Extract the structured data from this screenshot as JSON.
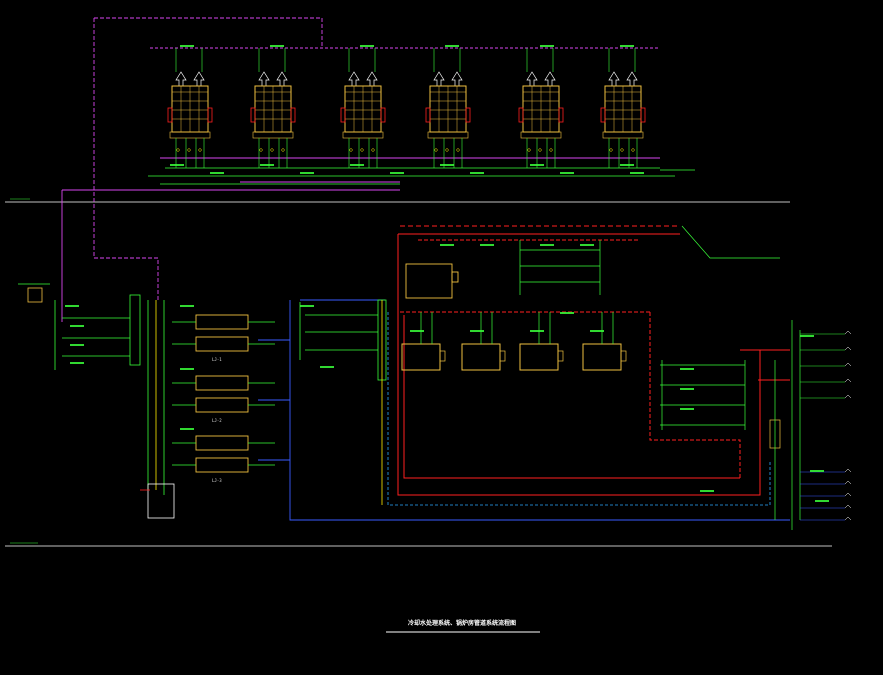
{
  "colors": {
    "background": "#000000",
    "supply_pipe": "#ff2020",
    "return_pipe": "#3a5bff",
    "cooling_water": "#d946ef",
    "condensate_dashed": "#ff4040",
    "drain_dashed": "#2aa8ff",
    "annotation": "#39ff39",
    "equipment": "#f0c040",
    "level_line": "#ffffff",
    "vertical_pipe": "#ffee00"
  },
  "title": "冷却水处理系统、锅炉房管道系统流程图",
  "chiller_labels": [
    "LJ-1",
    "LJ-2",
    "LJ-3"
  ],
  "cooling_tower_count": 6,
  "boiler_count": 4
}
